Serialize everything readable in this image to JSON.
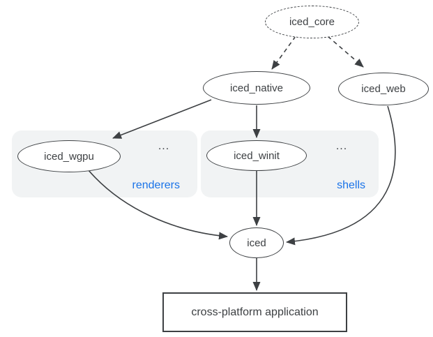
{
  "nodes": {
    "iced_core": {
      "label": "iced_core"
    },
    "iced_native": {
      "label": "iced_native"
    },
    "iced_web": {
      "label": "iced_web"
    },
    "iced_wgpu": {
      "label": "iced_wgpu"
    },
    "iced_winit": {
      "label": "iced_winit"
    },
    "iced": {
      "label": "iced"
    },
    "application": {
      "label": "cross-platform application"
    }
  },
  "groups": {
    "renderers": {
      "label": "renderers",
      "ellipsis": "..."
    },
    "shells": {
      "label": "shells",
      "ellipsis": "..."
    }
  },
  "edges": [
    {
      "from": "iced_core",
      "to": "iced_native",
      "style": "dashed"
    },
    {
      "from": "iced_core",
      "to": "iced_web",
      "style": "dashed"
    },
    {
      "from": "iced_native",
      "to": "iced_wgpu",
      "style": "solid"
    },
    {
      "from": "iced_native",
      "to": "iced_winit",
      "style": "solid"
    },
    {
      "from": "iced_wgpu",
      "to": "iced",
      "style": "solid"
    },
    {
      "from": "iced_winit",
      "to": "iced",
      "style": "solid"
    },
    {
      "from": "iced_web",
      "to": "iced",
      "style": "solid"
    },
    {
      "from": "iced",
      "to": "application",
      "style": "solid"
    }
  ],
  "colors": {
    "stroke_color": "#3d4043",
    "text_color": "#3d4043",
    "accent_blue": "#1a73e8",
    "group_bg": "#f1f3f4",
    "page_bg": "#ffffff"
  }
}
